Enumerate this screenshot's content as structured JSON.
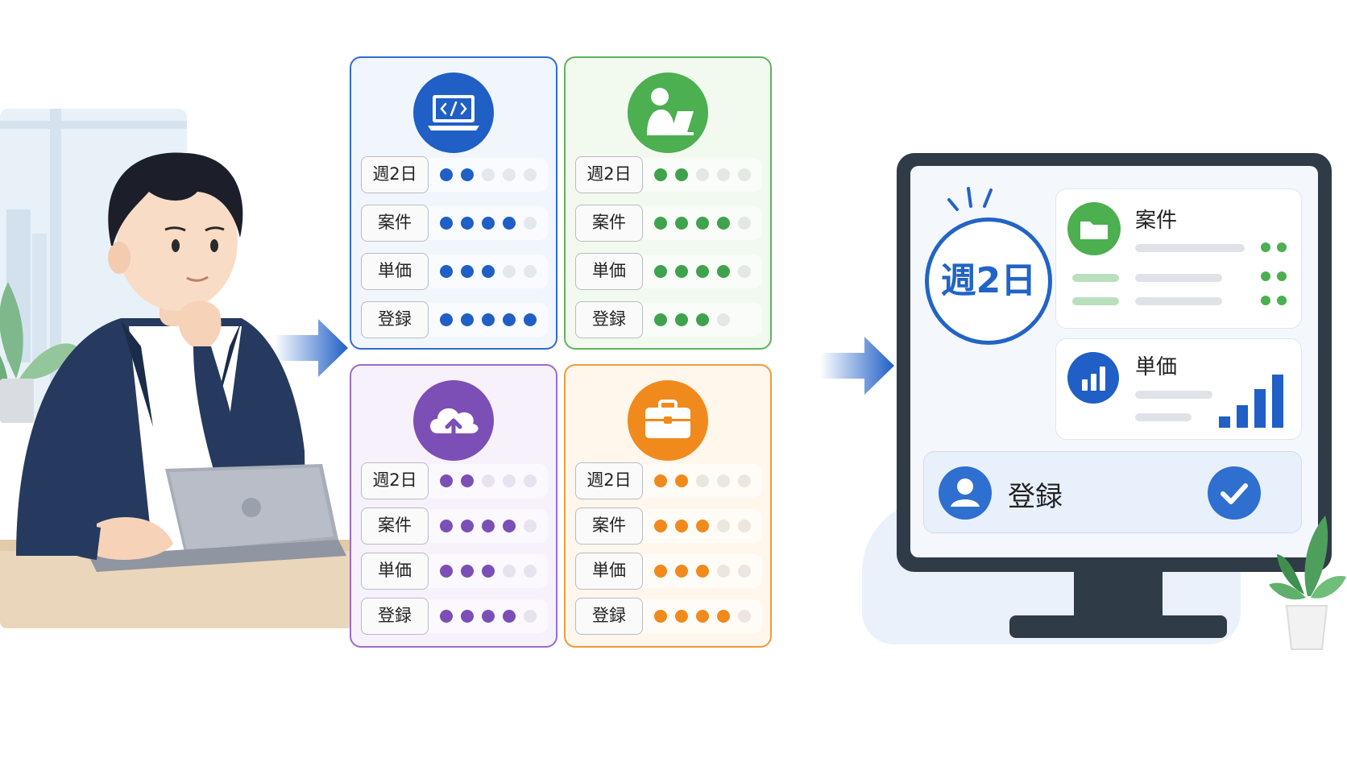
{
  "colors": {
    "blue": "#1f5fc6",
    "green": "#3fa34d",
    "purple": "#7b4fb6",
    "orange": "#f08a1c"
  },
  "cards": [
    {
      "id": "developer",
      "icon": "laptop-code-icon",
      "theme": "blue",
      "rows": [
        {
          "label": "週2日",
          "filled": 2,
          "total": 5
        },
        {
          "label": "案件",
          "filled": 4,
          "total": 5
        },
        {
          "label": "単価",
          "filled": 3,
          "total": 5
        },
        {
          "label": "登録",
          "filled": 5,
          "total": 5
        }
      ]
    },
    {
      "id": "remote-worker",
      "icon": "person-laptop-icon",
      "theme": "green",
      "rows": [
        {
          "label": "週2日",
          "filled": 2,
          "total": 5
        },
        {
          "label": "案件",
          "filled": 4,
          "total": 5
        },
        {
          "label": "単価",
          "filled": 4,
          "total": 5
        },
        {
          "label": "登録",
          "filled": 3,
          "total": 4
        }
      ]
    },
    {
      "id": "cloud",
      "icon": "cloud-upload-icon",
      "theme": "purple",
      "rows": [
        {
          "label": "週2日",
          "filled": 2,
          "total": 5
        },
        {
          "label": "案件",
          "filled": 4,
          "total": 5
        },
        {
          "label": "単価",
          "filled": 3,
          "total": 5
        },
        {
          "label": "登録",
          "filled": 4,
          "total": 5
        }
      ]
    },
    {
      "id": "business",
      "icon": "briefcase-icon",
      "theme": "orange",
      "rows": [
        {
          "label": "週2日",
          "filled": 2,
          "total": 5
        },
        {
          "label": "案件",
          "filled": 3,
          "total": 5
        },
        {
          "label": "単価",
          "filled": 3,
          "total": 5
        },
        {
          "label": "登録",
          "filled": 4,
          "total": 5
        }
      ]
    }
  ],
  "monitor": {
    "week_label": "週2日",
    "projects_title": "案件",
    "price_title": "単価",
    "register_label": "登録",
    "icons": [
      "folder-icon",
      "bar-chart-icon",
      "user-icon",
      "check-icon"
    ]
  }
}
